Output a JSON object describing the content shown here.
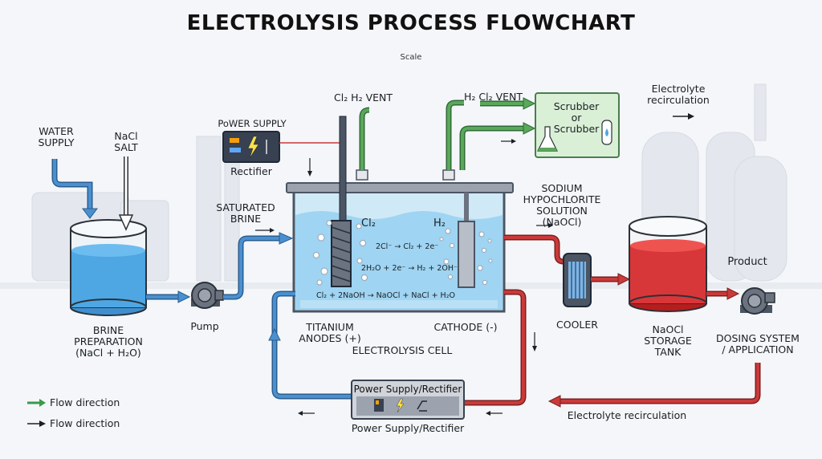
{
  "title": "ELECTROLYSIS PROCESS FLOWCHART",
  "subtitle": "Scale",
  "labels": {
    "water_supply": [
      "WATER",
      "SUPPLY"
    ],
    "nacl_salt": [
      "NaCl",
      "SALT"
    ],
    "brine_prep": [
      "BRINE",
      "PREPARATION",
      "(NaCl + H₂O)"
    ],
    "pump": "Pump",
    "saturated_brine": [
      "SATURATED",
      "BRINE"
    ],
    "power_supply_top": "PoWER SUPPLY",
    "rectifier": "Rectifier",
    "cl2_vent": "Cl₂ H₂ VENT",
    "h2_cl2_vent": "H₂ Cl₂ VENT",
    "scrubber": [
      "Scrubber",
      "or",
      "Scrubber"
    ],
    "electrolyte_recirc_top": [
      "Electrolyte",
      "recirculation"
    ],
    "sodium_hypo": [
      "SODIUM",
      "HYPOCHLORITE",
      "SOLUTION",
      "(NaOCl)"
    ],
    "cl2_in_cell": "Cl₂",
    "h2_in_cell": "H₂",
    "titanium_anodes": [
      "TITANIUM",
      "ANODES (+)"
    ],
    "cathode": "CATHODE (-)",
    "electrolysis_cell": "ELECTROLYSIS CELL",
    "cooler": "COOLER",
    "storage_tank": [
      "NaOCl",
      "STORAGE",
      "TANK"
    ],
    "product": "Product",
    "dosing": [
      "DOSING SYSTEM",
      "/ APPLICATION"
    ],
    "power_supply_bottom_box": "Power Supply/Rectifier",
    "power_supply_bottom_caption": "Power Supply/Rectifier",
    "electrolyte_recirc_bottom": "Electrolyte recirculation"
  },
  "equations": {
    "eq1": "2Cl⁻ → Cl₂ + 2e⁻",
    "eq2": "2H₂O + 2e⁻ → H₂ + 2OH⁻",
    "eq3": "Cl₂ + 2NaOH → NaOCl + NaCl + H₂O"
  },
  "legend": [
    {
      "label": "Flow direction",
      "color": "#3a9a4a"
    },
    {
      "label": "Flow direction",
      "color": "#1b1f24"
    }
  ],
  "colors": {
    "blue_flow": "#3a7fc1",
    "red_flow": "#c93a3a",
    "green_flow": "#5aa85a",
    "tank_blue": "#4ea7e3",
    "tank_red": "#d8373a",
    "steel": "#6b7280"
  }
}
